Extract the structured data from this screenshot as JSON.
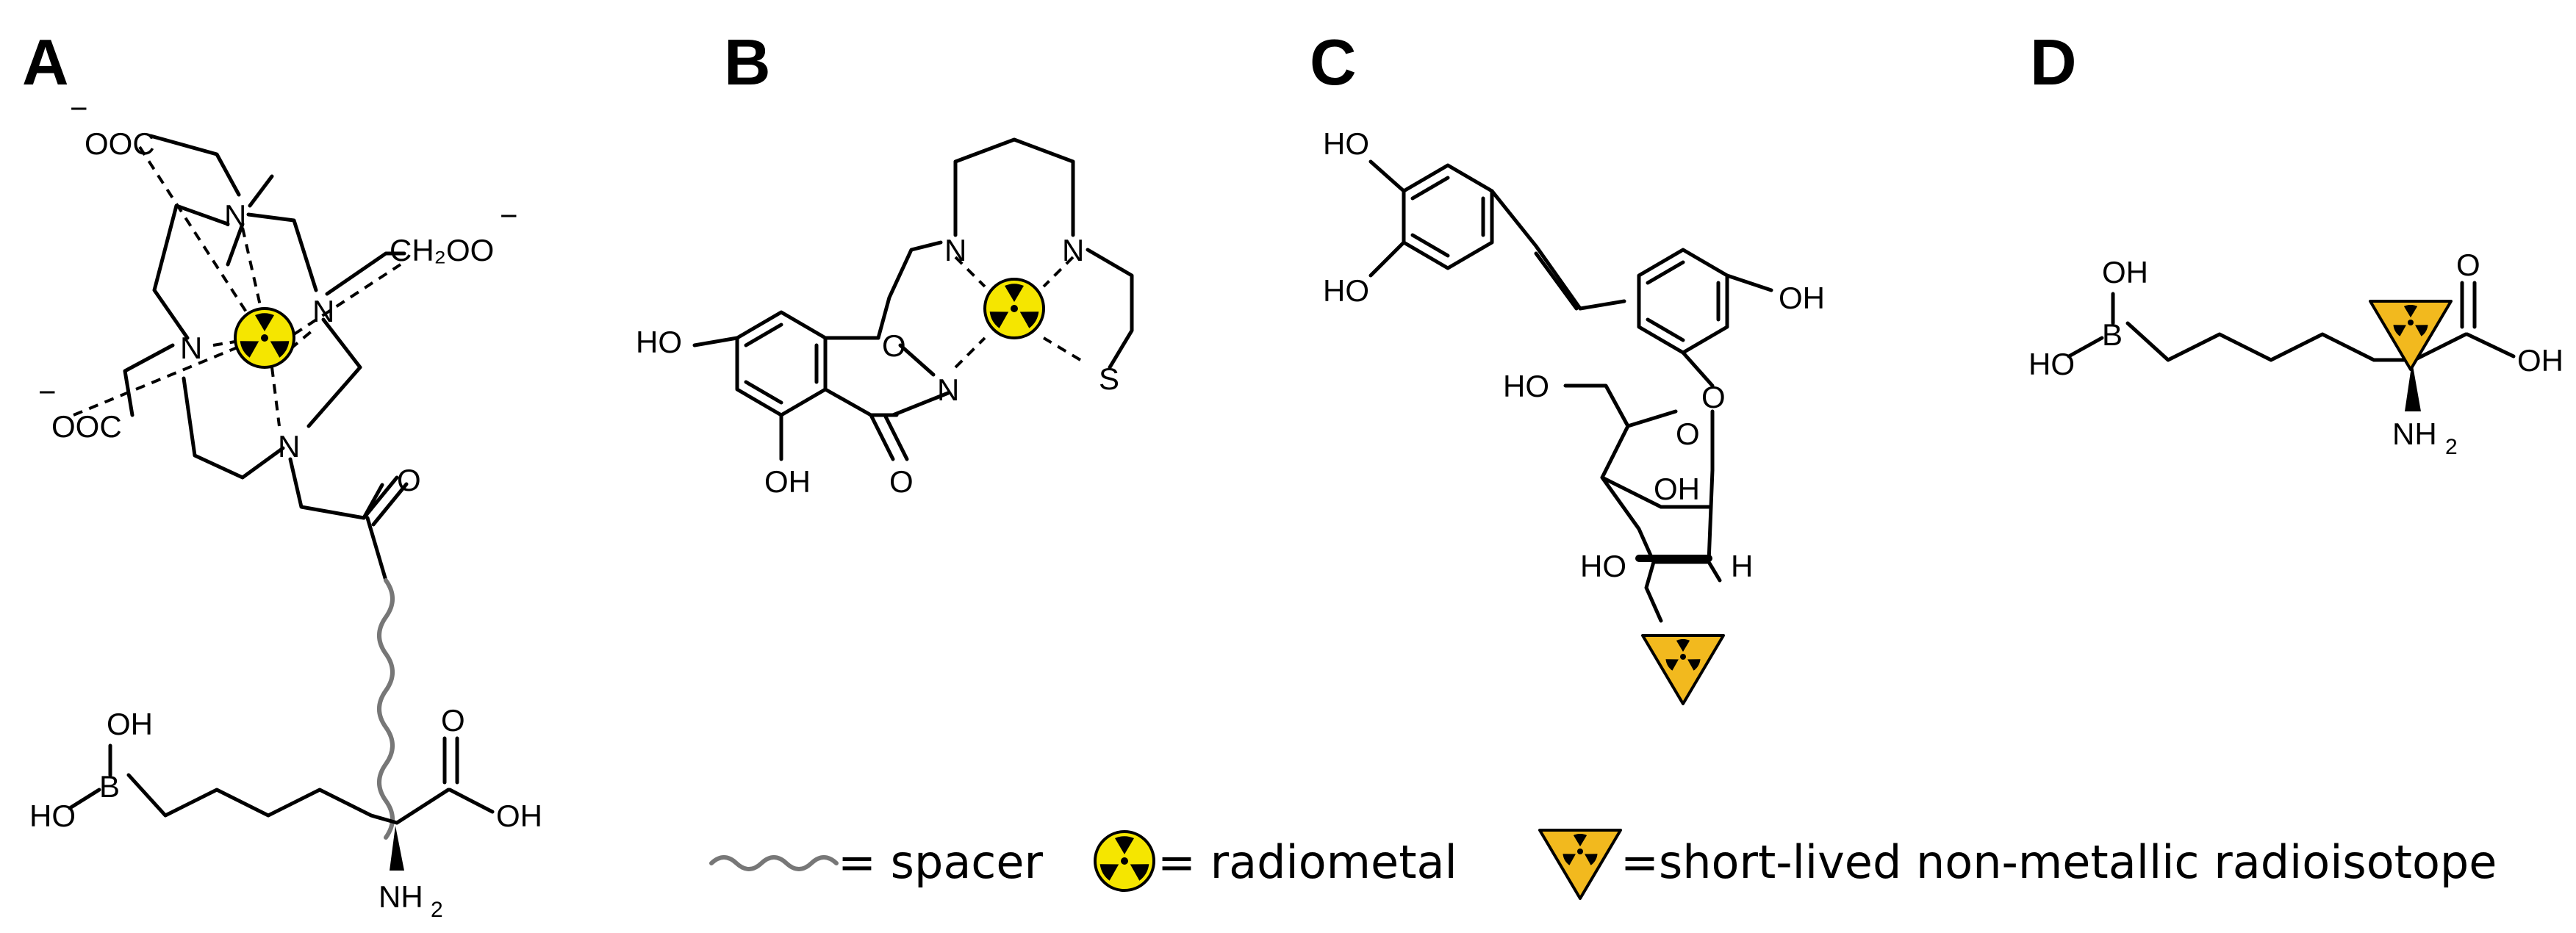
{
  "panels": [
    {
      "label": "A"
    },
    {
      "label": "B"
    },
    {
      "label": "C"
    },
    {
      "label": "D"
    }
  ],
  "atoms": {
    "a": {
      "ooc_top": "OOC",
      "ooc_bottom": "OOC",
      "ch2oo": "CH₂OO",
      "n1": "N",
      "n2": "N",
      "n3": "N",
      "n4": "N",
      "carbonyl_o": "O",
      "oh_b": "OH",
      "ho_b": "HO",
      "b": "B",
      "cooh_o": "O",
      "cooh_oh": "OH",
      "nh2": "NH",
      "nh2_sub": "2",
      "minus": "−"
    },
    "b": {
      "ho_top": "HO",
      "oh_bottom": "OH",
      "o_ring": "O",
      "n_bottom": "N",
      "n_left": "N",
      "n_right": "N",
      "s": "S",
      "keto_o": "O"
    },
    "c": {
      "ho_top": "HO",
      "ho_bottom": "HO",
      "oh_right": "OH",
      "o_link": "O",
      "ho_ch2": "HO",
      "o_ring": "O",
      "oh_sugar": "OH",
      "ho_sugar": "HO",
      "h": "H"
    },
    "d": {
      "oh_b": "OH",
      "ho_b": "HO",
      "b": "B",
      "cooh_o": "O",
      "cooh_oh": "OH",
      "nh2": "NH",
      "nh2_sub": "2"
    }
  },
  "legend": {
    "spacer": "= spacer",
    "radiometal": "= radiometal",
    "isotope": "=short-lived non-metallic radioisotope"
  },
  "icons": {
    "radiometal": "radiation-circle-icon",
    "isotope": "radiation-triangle-icon",
    "spacer": "wavy-line-icon"
  },
  "colors": {
    "radiometal_fill": "#f5e600",
    "isotope_fill": "#f2b91e",
    "spacer": "#777777"
  }
}
